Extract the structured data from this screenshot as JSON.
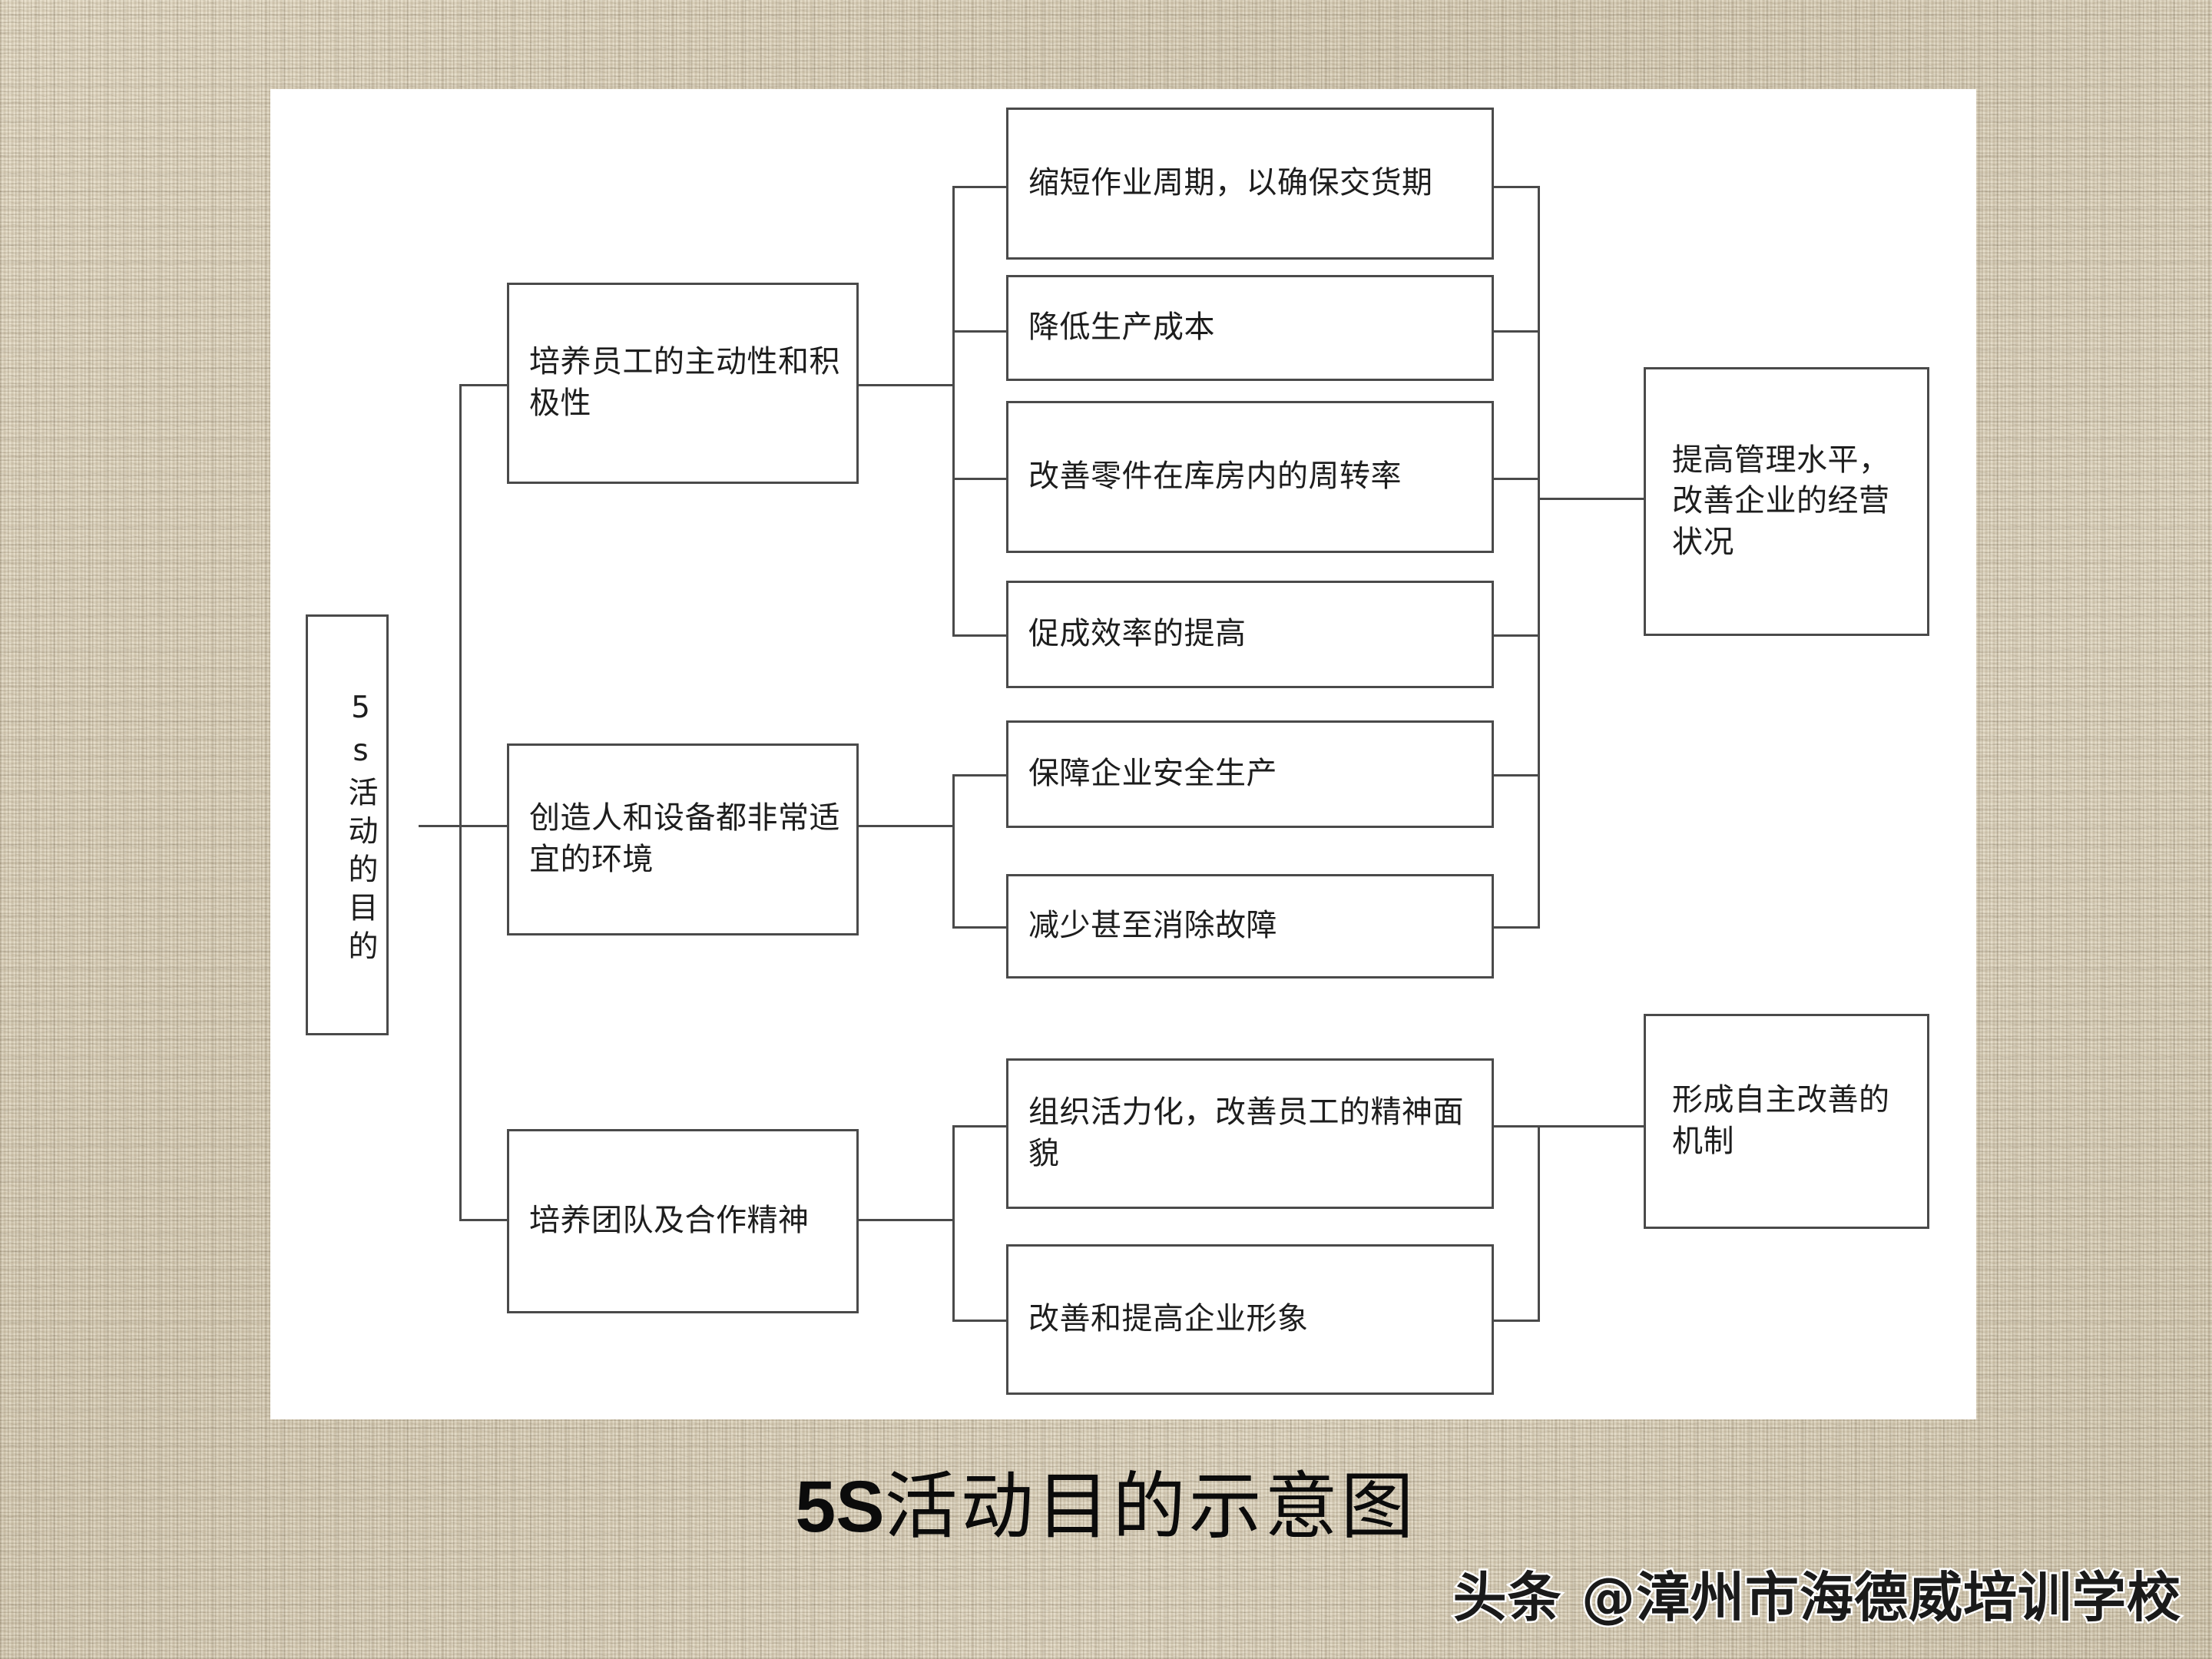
{
  "panel": {
    "background_color": "#ffffff",
    "border_color": "#4a4a4a"
  },
  "diagram": {
    "root": {
      "label": "5s活动的目的"
    },
    "branches": [
      {
        "label": "培养员工的主动性和积极性",
        "leaves": [
          "缩短作业周期，以确保交货期",
          "降低生产成本",
          "改善零件在库房内的周转率",
          "促成效率的提高"
        ]
      },
      {
        "label": "创造人和设备都非常适宜的环境",
        "leaves": [
          "保障企业安全生产",
          "减少甚至消除故障"
        ]
      },
      {
        "label": "培养团队及合作精神",
        "leaves": [
          "组织活力化，改善员工的精神面貌",
          "改善和提高企业形象"
        ]
      }
    ],
    "outcomes": [
      "提高管理水平，改善企业的经营状况",
      "形成自主改善的机制"
    ]
  },
  "caption": {
    "lead": "5S",
    "rest": "活动目的示意图"
  },
  "watermark": {
    "text": "头条 @漳州市海德威培训学校"
  }
}
